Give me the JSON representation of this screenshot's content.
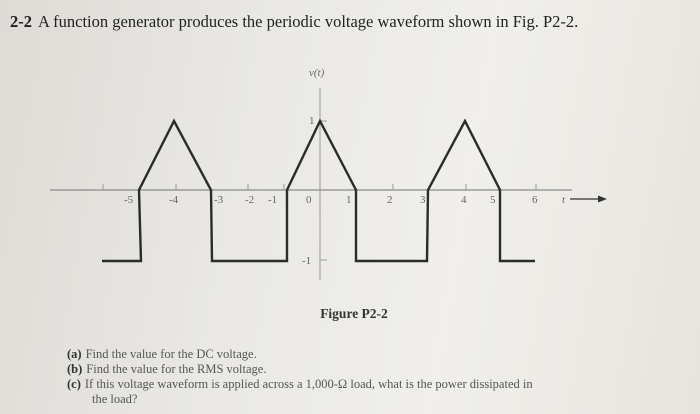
{
  "problem": {
    "number": "2-2",
    "statement": "A function generator produces the periodic voltage waveform shown in Fig. P2-2."
  },
  "figure": {
    "caption": "Figure P2-2",
    "y_axis_label": "v(t)",
    "x_axis_label": "t",
    "y_ticks": [
      "1",
      "-1"
    ],
    "x_ticks": [
      "-5",
      "-4",
      "-3",
      "-2",
      "-1",
      "0",
      "1",
      "2",
      "3",
      "4",
      "5",
      "6"
    ]
  },
  "chart_data": {
    "type": "line",
    "title": "Figure P2-2",
    "xlabel": "t",
    "ylabel": "v(t)",
    "xlim": [
      -6.5,
      6.5
    ],
    "ylim": [
      -1,
      1
    ],
    "grid": false,
    "series": [
      {
        "name": "v(t)",
        "x": [
          -6.5,
          -5,
          -5,
          -4,
          -3,
          -3,
          -1,
          -1,
          0,
          1,
          1,
          3,
          3,
          4,
          5,
          5,
          6
        ],
        "y": [
          -1,
          -1,
          0,
          1,
          0,
          -1,
          -1,
          0,
          1,
          0,
          -1,
          -1,
          0,
          1,
          0,
          -1,
          -1
        ]
      }
    ],
    "period": 4,
    "description": "Periodic waveform: triangular pulse rising from 0 to 1 and back to 0 over 2 time units, followed by a -1 level for 2 time units."
  },
  "questions": [
    {
      "label": "(a)",
      "text": "Find the value for the DC voltage."
    },
    {
      "label": "(b)",
      "text": "Find the value for the RMS voltage."
    },
    {
      "label": "(c)",
      "text": "If this voltage waveform is applied across a 1,000-Ω load, what is the power dissipated in",
      "continuation": "the load?"
    }
  ]
}
